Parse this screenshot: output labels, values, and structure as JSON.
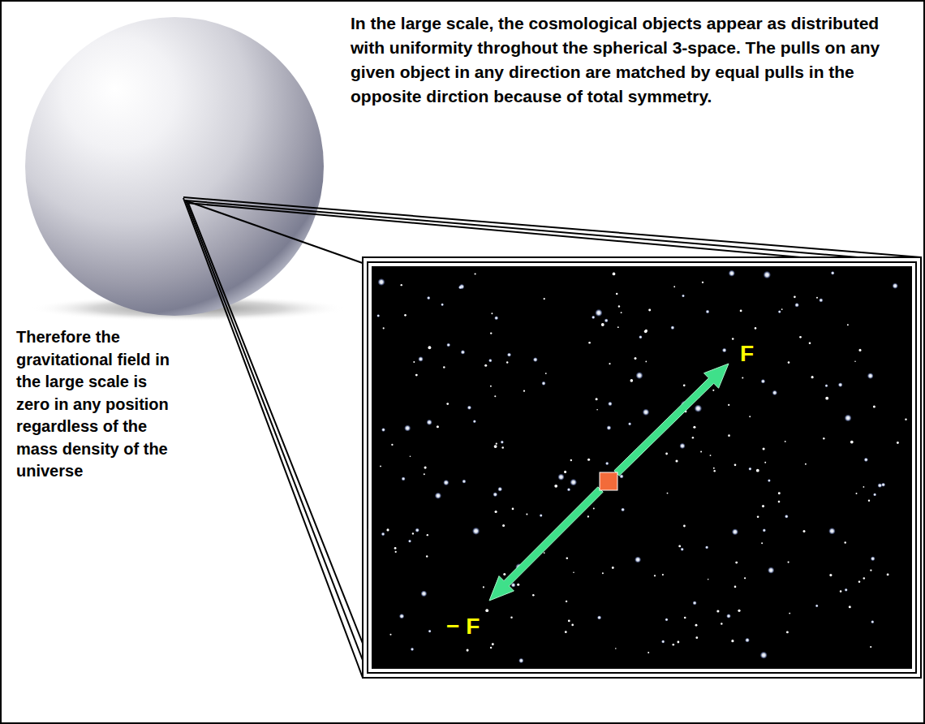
{
  "diagram": {
    "labels": [
      "In the large scale, the cosmological objects appear as distributed with uniformity throghout the spherical 3-space. The pulls on any given object in any direction are matched by equal  pulls in the opposite dirction because of total symmetry.",
      "Therefore the gravitational field in the large scale is zero in any position regardless of the mass density of the universe",
      "F",
      "− F"
    ]
  }
}
